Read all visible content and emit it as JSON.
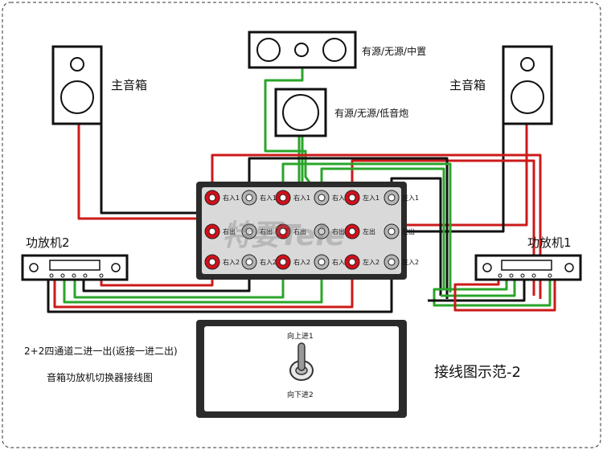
{
  "labels": {
    "center_channel": "有源/无源/中置",
    "subwoofer": "有源/无源/低音炮",
    "main_speaker_left": "主音箱",
    "main_speaker_right": "主音箱",
    "amp2": "功放机2",
    "amp1": "功放机1",
    "switch_up": "向上进1",
    "switch_down": "向下进2",
    "desc_line1": "2+2四通道二进一出(返接一进二出)",
    "desc_line2": "音箱功放机切换器接线图",
    "diagram_title": "接线图示范-2",
    "watermark": "特要Tele"
  },
  "jacks": [
    {
      "label": "右入1",
      "color": "red"
    },
    {
      "label": "右入1",
      "color": "gray"
    },
    {
      "label": "右入1",
      "color": "red"
    },
    {
      "label": "右入1",
      "color": "gray"
    },
    {
      "label": "左入1",
      "color": "red"
    },
    {
      "label": "左入1",
      "color": "gray"
    },
    {
      "label": "右出",
      "color": "red"
    },
    {
      "label": "右出",
      "color": "gray"
    },
    {
      "label": "右出",
      "color": "red"
    },
    {
      "label": "右出",
      "color": "gray"
    },
    {
      "label": "左出",
      "color": "red"
    },
    {
      "label": "左出",
      "color": "gray"
    },
    {
      "label": "右入2",
      "color": "red"
    },
    {
      "label": "右入2",
      "color": "gray"
    },
    {
      "label": "右入2",
      "color": "red"
    },
    {
      "label": "右入2",
      "color": "gray"
    },
    {
      "label": "左入2",
      "color": "red"
    },
    {
      "label": "左入2",
      "color": "gray"
    }
  ],
  "colors": {
    "wire_red": "#cc1a1a",
    "wire_green": "#2aa52a",
    "wire_black": "#111111",
    "panel": "#2b2b2b",
    "panel_inner": "#d9d9d9",
    "jack_red": "#d40f1a",
    "jack_gray": "#b5b5b5"
  }
}
